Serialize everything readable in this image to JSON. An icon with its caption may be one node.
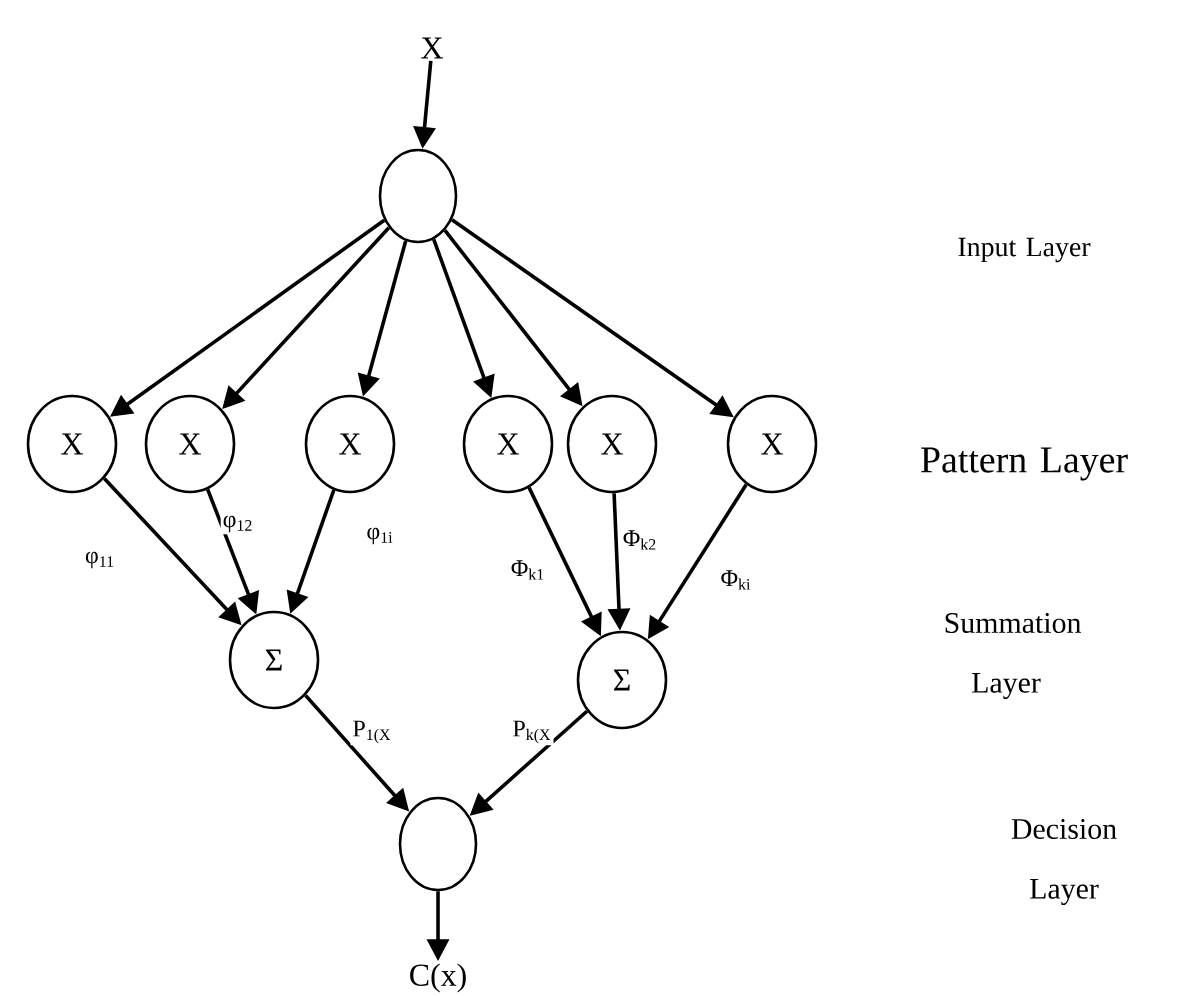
{
  "diagram": {
    "nodes": [
      {
        "text": [
          "X"
        ]
      },
      {
        "text": [],
        "shape": "ellipse"
      },
      {
        "text": [
          "X"
        ]
      },
      {
        "text": [
          "X"
        ]
      },
      {
        "text": [
          "X"
        ]
      },
      {
        "text": [
          "X"
        ]
      },
      {
        "text": [
          "X"
        ]
      },
      {
        "text": [
          "X"
        ]
      },
      {
        "text": [
          "Σ"
        ]
      },
      {
        "text": [
          "Σ"
        ]
      },
      {
        "text": [],
        "shape": "ellipse"
      },
      {
        "text": [
          "C(x)"
        ]
      }
    ],
    "edges": [
      {
        "from": 0,
        "to": 1,
        "arrow": "to"
      },
      {
        "from": 1,
        "to": 2,
        "arrow": "to"
      },
      {
        "from": 1,
        "to": 3,
        "arrow": "to"
      },
      {
        "from": 1,
        "to": 4,
        "arrow": "to"
      },
      {
        "from": 1,
        "to": 5,
        "arrow": "to"
      },
      {
        "from": 1,
        "to": 6,
        "arrow": "to"
      },
      {
        "from": 1,
        "to": 7,
        "arrow": "to"
      },
      {
        "from": 2,
        "to": 8,
        "arrow": "to",
        "label": "φ$_{11}$"
      },
      {
        "from": 3,
        "to": 8,
        "arrow": "to",
        "label": "φ$_{12}$"
      },
      {
        "from": 4,
        "to": 8,
        "arrow": "to",
        "label": "φ$_{1i}$"
      },
      {
        "from": 5,
        "to": 9,
        "arrow": "to",
        "label": "Φ$_{k1}$"
      },
      {
        "from": 6,
        "to": 9,
        "arrow": "to",
        "label": "Φ$_{k2}$"
      },
      {
        "from": 7,
        "to": 9,
        "arrow": "to",
        "label": "Φ$_{ki}$"
      },
      {
        "from": 8,
        "to": 10,
        "arrow": "to",
        "label": "P$_{1(X}$"
      },
      {
        "from": 9,
        "to": 10,
        "arrow": "to",
        "label": "P$_{k(X}$"
      },
      {
        "from": 10,
        "to": 11,
        "arrow": "to"
      }
    ],
    "labels": [
      "Input Layer",
      "Pattern Layer",
      "Summation Layer",
      "Decision Layer"
    ]
  }
}
